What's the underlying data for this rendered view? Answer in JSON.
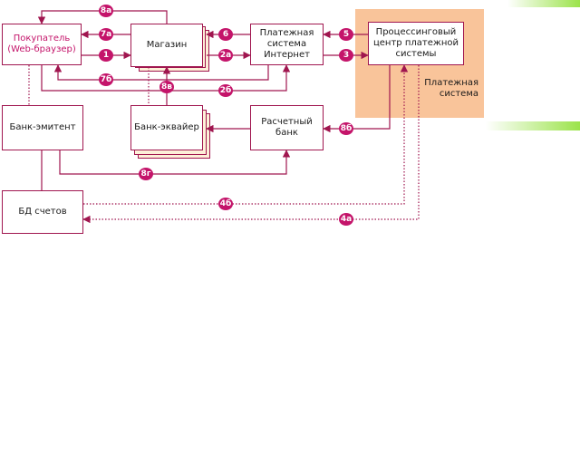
{
  "colors": {
    "accent": "#c4146a",
    "line": "#a0164f",
    "region_fill": "#f9c49a",
    "stack_fill": "#fdf0d8",
    "deco_green": "#9be34a"
  },
  "nodes": {
    "customer": "Покупатель\n(Web-браузер)",
    "shop": "Магазин",
    "payment_internet": "Платежная\nсистема\nИнтернет",
    "processing_center": "Процессинговый\nцентр платежной\nсистемы",
    "issuer_bank": "Банк-эмитент",
    "acquirer_bank": "Банк-эквайер",
    "settlement_bank": "Расчетный\nбанк",
    "accounts_db": "БД счетов"
  },
  "region": {
    "label": "Платежная\nсистема"
  },
  "flows": {
    "f1": "1",
    "f2a": "2а",
    "f2b": "2б",
    "f3": "3",
    "f4a": "4а",
    "f4b": "4б",
    "f5": "5",
    "f6": "6",
    "f7a": "7а",
    "f7b": "7б",
    "f8a": "8а",
    "f8b": "8б",
    "f8v": "8в",
    "f8g": "8г"
  }
}
